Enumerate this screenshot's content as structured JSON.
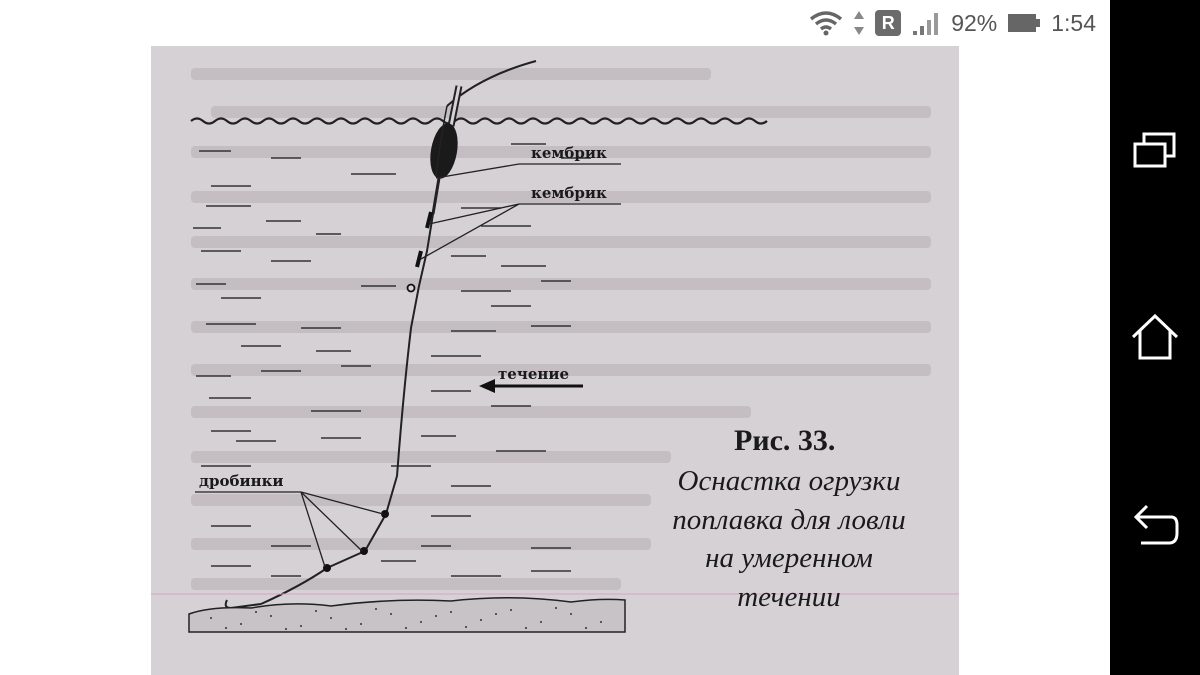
{
  "status_bar": {
    "battery_percent": "92%",
    "time": "1:54",
    "roaming_badge": "R",
    "icons": [
      "wifi-icon",
      "data-arrows-icon",
      "roaming-badge",
      "signal-icon",
      "battery-icon"
    ]
  },
  "figure": {
    "label_kembrik_1": "кембрик",
    "label_kembrik_2": "кембрик",
    "label_current": "течение",
    "label_pellets": "дробинки",
    "caption_number": "Рис. 33.",
    "caption_line1": "Оснастка огрузки",
    "caption_line2": "поплавка для ловли",
    "caption_line3": "на умеренном",
    "caption_line4": "течении"
  },
  "nav_bar": {
    "buttons": [
      "recent-apps-button",
      "home-button",
      "back-button"
    ]
  },
  "colors": {
    "page_background": "#d6d1d5",
    "nav_bar": "#000000",
    "status_text": "#555555"
  }
}
